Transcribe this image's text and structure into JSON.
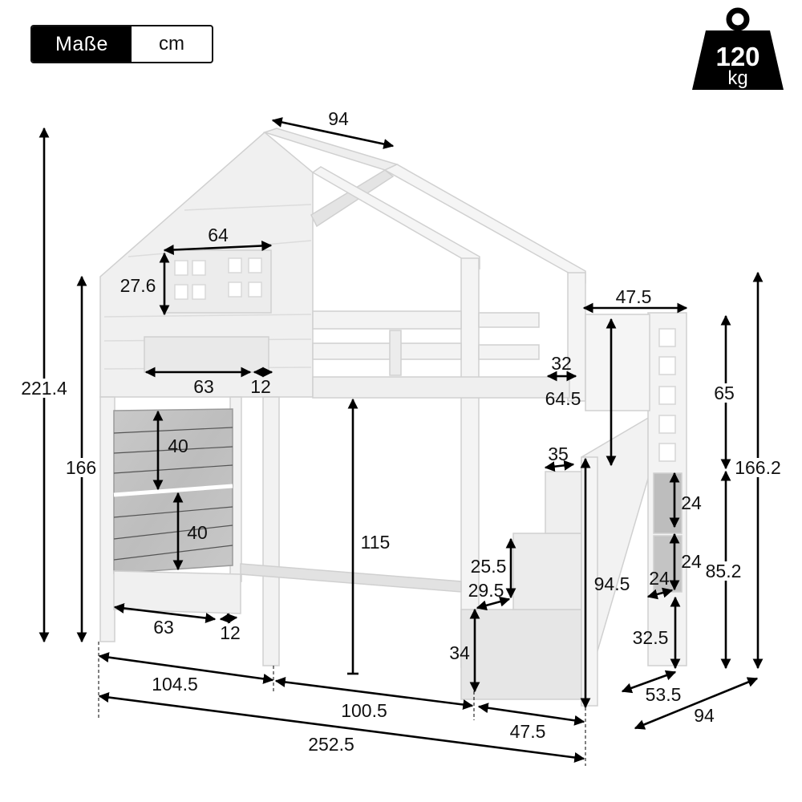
{
  "header": {
    "measure_label": "Maße",
    "unit": "cm"
  },
  "weight_badge": {
    "icon": "weight-icon",
    "value": "120",
    "unit": "kg"
  },
  "product": {
    "description": "White loft bed with house-style roof, window panel, storage shelves and staircase with storage steps"
  },
  "dimensions": {
    "roof_depth": "94",
    "window_width": "64",
    "window_height": "27.6",
    "upper_shelf_width": "63",
    "upper_shelf_depth": "12",
    "total_height": "221.4",
    "bed_left_height": "166",
    "panel_upper_height": "40",
    "panel_lower_height": "40",
    "lower_shelf_width": "63",
    "lower_shelf_depth": "12",
    "under_bed_clearance": "115",
    "stair_top_width": "47.5",
    "rail_gap": "32",
    "stair_rail_height": "64.5",
    "rail_section_height": "65",
    "right_total_height": "166.2",
    "step_width": "35",
    "shelf_upper_height": "24",
    "shelf_lower_height": "24",
    "shelf_depth": "24",
    "stair_height_right": "85.2",
    "step_rise": "25.5",
    "step_depth": "29.5",
    "stair_post_height": "94.5",
    "bottom_step_height": "34",
    "stair_foot_height": "32.5",
    "stair_depth": "53.5",
    "bed_depth": "94",
    "left_section_length": "104.5",
    "middle_section_length": "100.5",
    "stair_length": "47.5",
    "total_length": "252.5"
  }
}
